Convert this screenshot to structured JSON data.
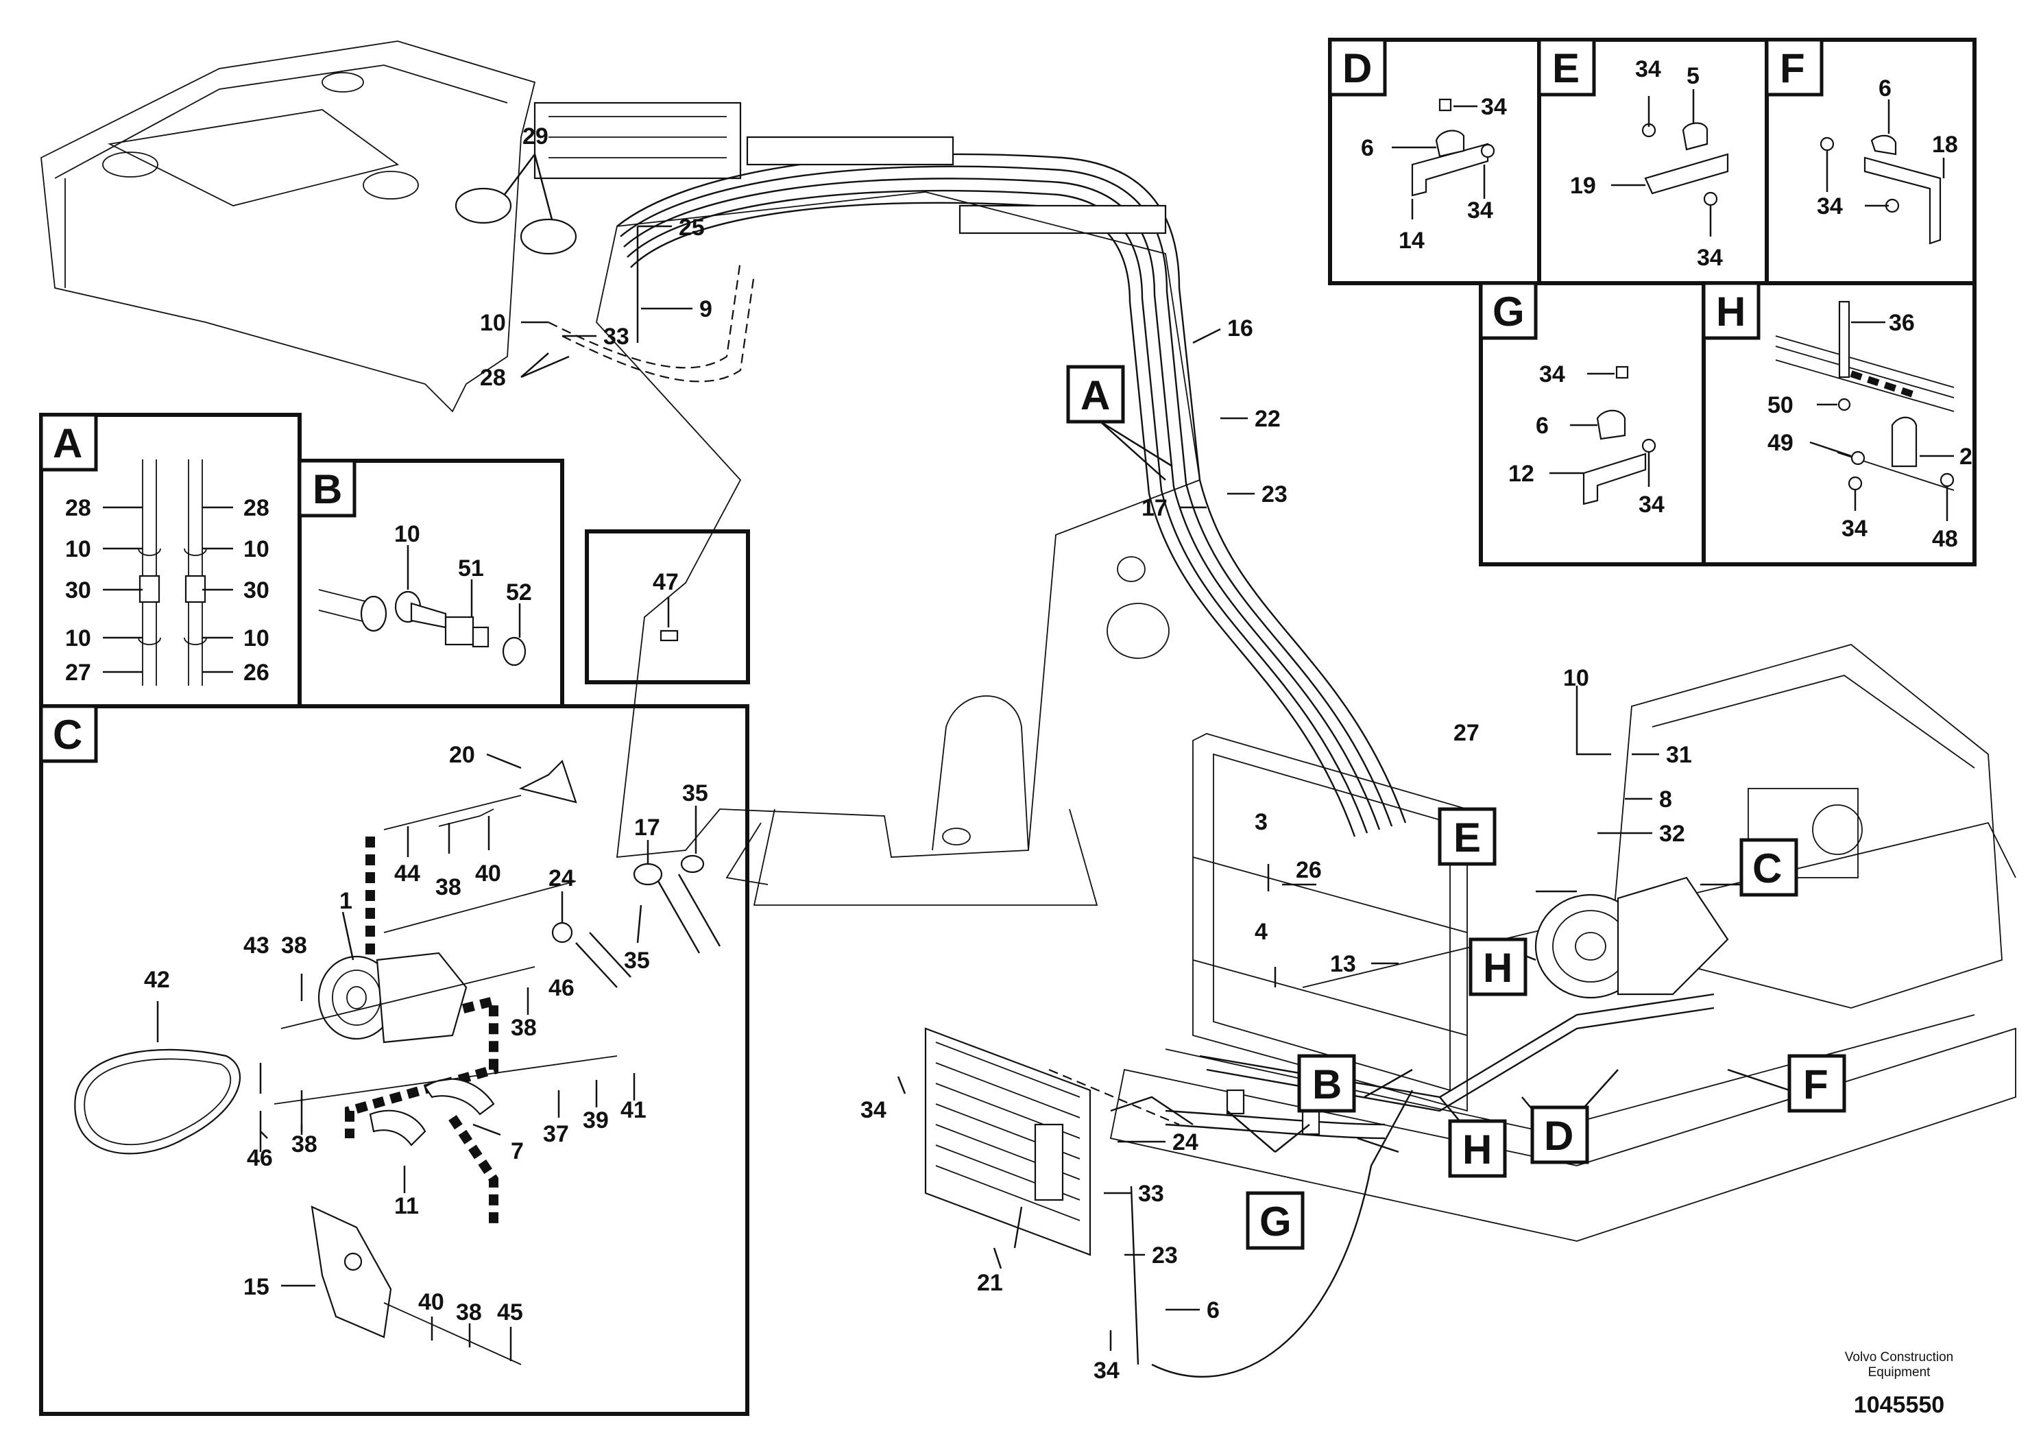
{
  "document": {
    "brand_line1": "Volvo Construction",
    "brand_line2": "Equipment",
    "drawing_number": "1045550"
  },
  "detail_labels": {
    "A": "A",
    "B": "B",
    "C": "C",
    "D": "D",
    "E": "E",
    "F": "F",
    "G": "G",
    "H": "H"
  },
  "detail_A": {
    "n28a": "28",
    "n28b": "28",
    "n10a": "10",
    "n10b": "10",
    "n30a": "30",
    "n30b": "30",
    "n10c": "10",
    "n10d": "10",
    "n27": "27",
    "n26": "26"
  },
  "detail_B": {
    "n10": "10",
    "n51": "51",
    "n52": "52"
  },
  "detail_47": {
    "n47": "47"
  },
  "detail_C": {
    "n20": "20",
    "n17": "17",
    "n35a": "35",
    "n35b": "35",
    "n24": "24",
    "n1": "1",
    "n44": "44",
    "n38a": "38",
    "n40a": "40",
    "n43": "43",
    "n38b": "38",
    "n42": "42",
    "n46a": "46",
    "n38c": "38",
    "n46b": "46",
    "n38d": "38",
    "n37": "37",
    "n39": "39",
    "n41": "41",
    "n7": "7",
    "n11": "11",
    "n15": "15",
    "n40b": "40",
    "n38e": "38",
    "n45": "45"
  },
  "detail_D": {
    "n34a": "34",
    "n6": "6",
    "n34b": "34",
    "n14": "14"
  },
  "detail_E": {
    "n34a": "34",
    "n5": "5",
    "n19": "19",
    "n34b": "34"
  },
  "detail_F": {
    "n6": "6",
    "n18": "18",
    "n34": "34"
  },
  "detail_G": {
    "n34a": "34",
    "n6": "6",
    "n12": "12",
    "n34b": "34"
  },
  "detail_H": {
    "n36": "36",
    "n50": "50",
    "n49": "49",
    "n2": "2",
    "n34": "34",
    "n48": "48"
  },
  "main": {
    "n29": "29",
    "n25": "25",
    "n9": "9",
    "n10a": "10",
    "n33a": "33",
    "n28": "28",
    "n16": "16",
    "n22": "22",
    "n17": "17",
    "n23a": "23",
    "n10b": "10",
    "n27": "27",
    "n31": "31",
    "n8": "8",
    "n32": "32",
    "n3": "3",
    "n26": "26",
    "n4": "4",
    "n13": "13",
    "n34a": "34",
    "n24": "24",
    "n33b": "33",
    "n23b": "23",
    "n21": "21",
    "n6": "6",
    "n34b": "34"
  }
}
